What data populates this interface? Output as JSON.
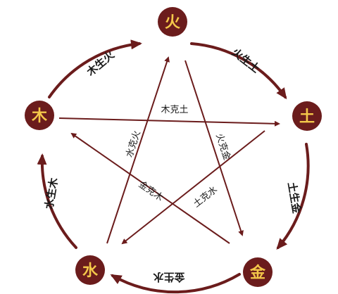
{
  "colors": {
    "arrow": "#6b1c1c",
    "node_fill": "#6b1c1c",
    "node_text": "#f4c84a"
  },
  "elements": {
    "fire": "火",
    "earth": "土",
    "metal": "金",
    "water": "水",
    "wood": "木"
  },
  "generating": {
    "wood_fire": "木生火",
    "fire_earth": "火生土",
    "earth_metal": "土生金",
    "metal_water": "金生水",
    "water_wood": "水生木"
  },
  "overcoming": {
    "wood_earth": "木克土",
    "fire_metal": "火克金",
    "water_fire": "水克火",
    "metal_wood": "金克木",
    "earth_water": "土克水"
  }
}
